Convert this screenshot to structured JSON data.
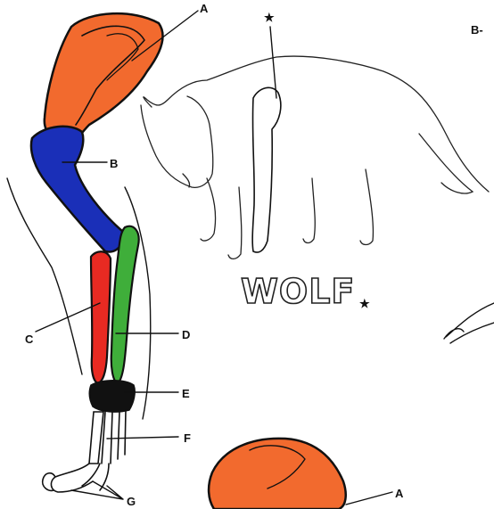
{
  "title": "WOLF",
  "title_star": "★",
  "wolf_star": "★",
  "labels": {
    "a_top": "A",
    "b": "B",
    "c": "C",
    "d": "D",
    "e": "E",
    "f": "F",
    "g": "G",
    "a_bottom": "A",
    "b_edge": "B-"
  },
  "colors": {
    "A": "#f26a2e",
    "B": "#1a2fb8",
    "C": "#e82a22",
    "D": "#3fae3a",
    "E": "#111111"
  }
}
